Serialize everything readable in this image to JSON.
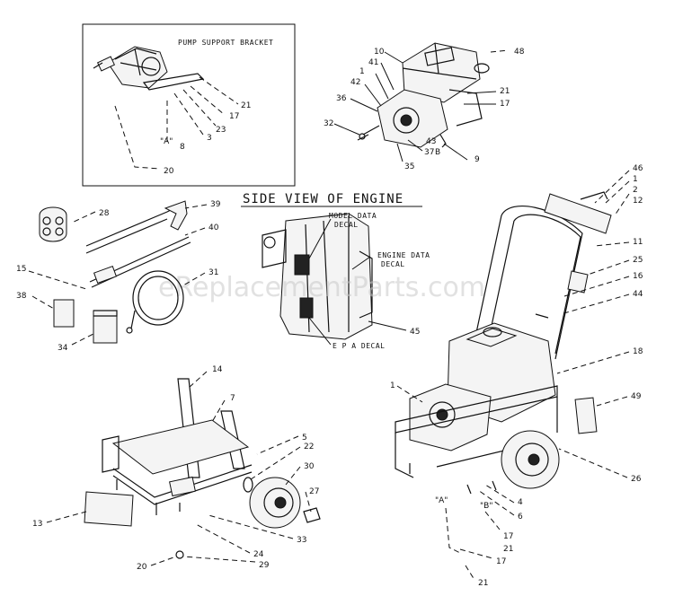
{
  "captions": {
    "pump_support_bracket": "PUMP SUPPORT BRACKET",
    "side_view": "SIDE VIEW OF ENGINE",
    "model_decal_1": "MODEL DATA",
    "model_decal_2": "DECAL",
    "engine_decal_1": "ENGINE DATA",
    "engine_decal_2": "DECAL",
    "epa_decal": "E P A  DECAL"
  },
  "watermark": "eReplacementParts.com",
  "labels": {
    "inset": [
      "21",
      "17",
      "23",
      "3",
      "8",
      "\"A\"",
      "20"
    ],
    "pump": [
      "10",
      "41",
      "1",
      "42",
      "36",
      "32",
      "37",
      "43",
      "35",
      "B",
      "9",
      "48",
      "21",
      "17"
    ],
    "accessories": [
      "28",
      "39",
      "40",
      "15",
      "31",
      "38",
      "34"
    ],
    "engine": [
      "45"
    ],
    "frame": [
      "14",
      "7",
      "5",
      "22",
      "30",
      "27",
      "13",
      "33",
      "24",
      "29",
      "20"
    ],
    "assembly": [
      "46",
      "1",
      "2",
      "12",
      "11",
      "25",
      "16",
      "44",
      "18",
      "1",
      "49",
      "26",
      "4",
      "6",
      "\"A\"",
      "\"B\"",
      "17",
      "21",
      "17",
      "21"
    ]
  }
}
